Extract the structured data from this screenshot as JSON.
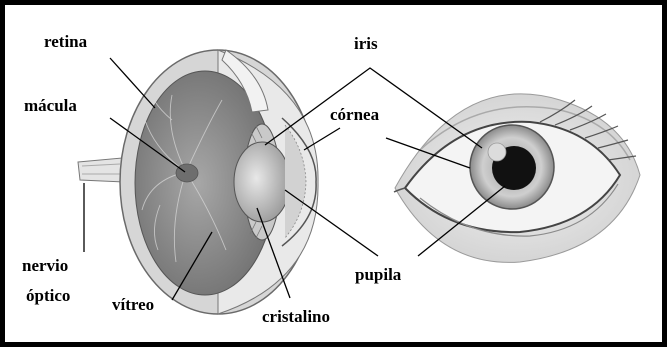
{
  "diagram": {
    "labels": {
      "retina": "retina",
      "macula": "mácula",
      "nervio_line1": "nervio",
      "nervio_line2": "óptico",
      "vitreo": "vítreo",
      "cristalino": "cristalino",
      "iris": "iris",
      "cornea": "córnea",
      "pupila": "pupila"
    },
    "colors": {
      "frame": "#000000",
      "label": "#000000",
      "leader_line": "#000000",
      "eyeball_wall": "#d8d8d8",
      "eyeball_interior": "#8c8c8c",
      "iris_fill": "#bdbdbd",
      "pupil_fill": "#111111",
      "skin": "#e6e6e6"
    }
  }
}
